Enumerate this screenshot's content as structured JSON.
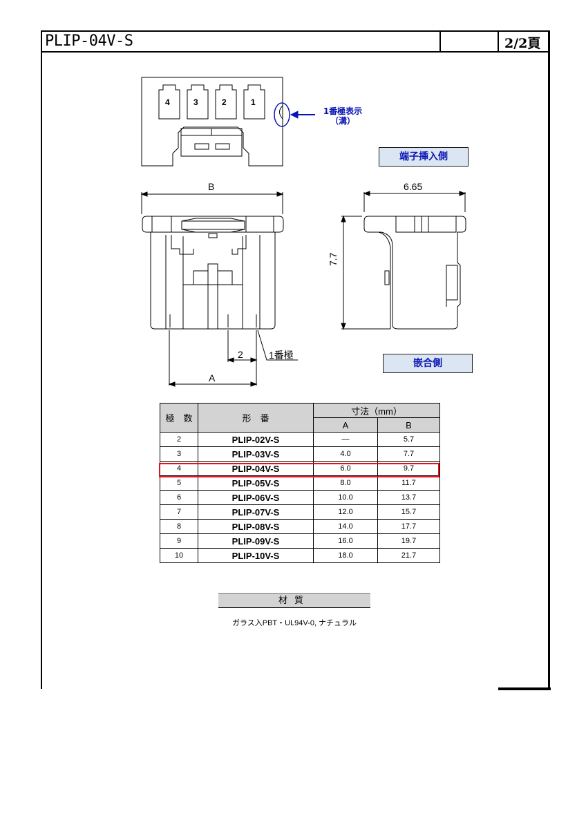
{
  "header": {
    "title": "PLIP-04V-S",
    "page": "2/2頁"
  },
  "top_view": {
    "cavity_numbers": [
      "4",
      "3",
      "2",
      "1"
    ],
    "polarity_note_line1": "1番極表示",
    "polarity_note_line2": "（溝）",
    "side_label": "端子挿入側"
  },
  "front_view": {
    "dim_b": "B",
    "dim_a": "A",
    "dim_pitch": "2",
    "pin1_label": "1番極"
  },
  "side_view": {
    "dim_width": "6.65",
    "dim_height": "7.7",
    "side_label": "嵌合側"
  },
  "table": {
    "col_poles": "極　数",
    "col_model": "形　番",
    "col_dims": "寸法（mm）",
    "col_a": "A",
    "col_b": "B",
    "rows": [
      {
        "poles": "2",
        "model": "PLIP-02V-S",
        "a": "—",
        "b": "5.7"
      },
      {
        "poles": "3",
        "model": "PLIP-03V-S",
        "a": "4.0",
        "b": "7.7"
      },
      {
        "poles": "4",
        "model": "PLIP-04V-S",
        "a": "6.0",
        "b": "9.7"
      },
      {
        "poles": "5",
        "model": "PLIP-05V-S",
        "a": "8.0",
        "b": "11.7"
      },
      {
        "poles": "6",
        "model": "PLIP-06V-S",
        "a": "10.0",
        "b": "13.7"
      },
      {
        "poles": "7",
        "model": "PLIP-07V-S",
        "a": "12.0",
        "b": "15.7"
      },
      {
        "poles": "8",
        "model": "PLIP-08V-S",
        "a": "14.0",
        "b": "17.7"
      },
      {
        "poles": "9",
        "model": "PLIP-09V-S",
        "a": "16.0",
        "b": "19.7"
      },
      {
        "poles": "10",
        "model": "PLIP-10V-S",
        "a": "18.0",
        "b": "21.7"
      }
    ],
    "highlight_color": "#e0141e"
  },
  "material": {
    "heading": "材質",
    "value": "ガラス入PBT・UL94V-0, ナチュラル"
  },
  "colors": {
    "label_blue": "#0a14b4",
    "label_bg": "#dce6f2",
    "header_gray": "#d3d3d3"
  }
}
